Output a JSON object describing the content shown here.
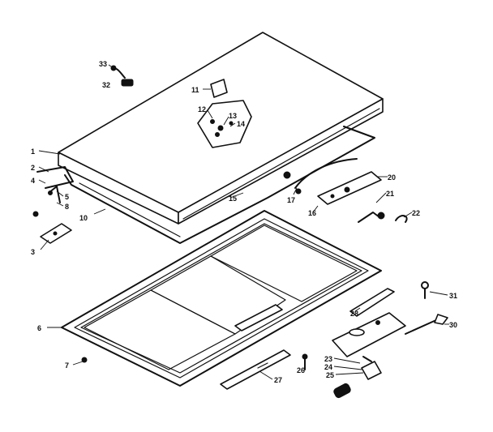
{
  "diagram": {
    "callouts": [
      {
        "id": "c1",
        "text": "1"
      },
      {
        "id": "c2",
        "text": "2"
      },
      {
        "id": "c3",
        "text": "3"
      },
      {
        "id": "c4",
        "text": "4"
      },
      {
        "id": "c5",
        "text": "5"
      },
      {
        "id": "c6",
        "text": "6"
      },
      {
        "id": "c7",
        "text": "7"
      },
      {
        "id": "c8",
        "text": "8"
      },
      {
        "id": "c10",
        "text": "10"
      },
      {
        "id": "c11",
        "text": "11"
      },
      {
        "id": "c12",
        "text": "12"
      },
      {
        "id": "c13",
        "text": "13"
      },
      {
        "id": "c14",
        "text": "14"
      },
      {
        "id": "c15",
        "text": "15"
      },
      {
        "id": "c16",
        "text": "16"
      },
      {
        "id": "c17",
        "text": "17"
      },
      {
        "id": "c20",
        "text": "20"
      },
      {
        "id": "c21",
        "text": "21"
      },
      {
        "id": "c22",
        "text": "22"
      },
      {
        "id": "c23",
        "text": "23"
      },
      {
        "id": "c24",
        "text": "24"
      },
      {
        "id": "c25",
        "text": "25"
      },
      {
        "id": "c26",
        "text": "26"
      },
      {
        "id": "c27",
        "text": "27"
      },
      {
        "id": "c28",
        "text": "28"
      },
      {
        "id": "c30",
        "text": "30"
      },
      {
        "id": "c31",
        "text": "31"
      },
      {
        "id": "c32",
        "text": "32"
      },
      {
        "id": "c33",
        "text": "33"
      }
    ]
  }
}
